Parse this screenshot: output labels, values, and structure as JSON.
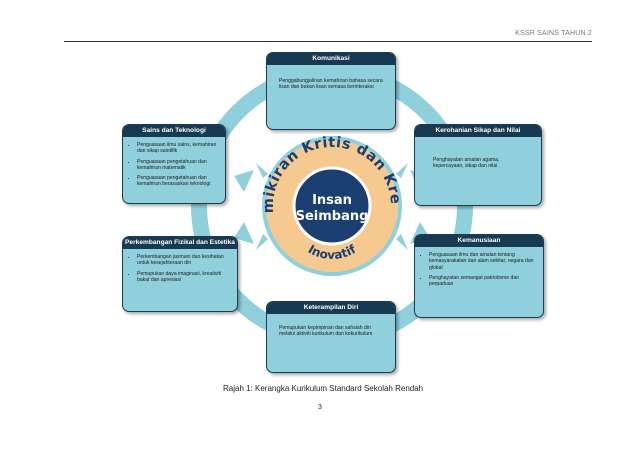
{
  "header": {
    "text": "KSSR SAINS TAHUN 2"
  },
  "diagram": {
    "center": {
      "core_line1": "Insan",
      "core_line2": "Seimbang",
      "ring_top": "Pemikiran Kritis dan Kreatif",
      "ring_bottom": "Inovatif"
    },
    "boxes": {
      "komunikasi": {
        "title": "Komunikasi",
        "text": "Penggabungjalinan kemahiran bahasa secara lisan dan bukan lisan semasa berinteraksi"
      },
      "sains": {
        "title": "Sains dan Teknologi",
        "items": [
          "Penguasaan ilmu sains, kemahiran dan sikap saintifik",
          "Penguasaan pengetahuan dan kemahiran matematik",
          "Penguasaan pengetahuan dan kemahiran berasaskan teknologi"
        ]
      },
      "kerohanian": {
        "title": "Kerohanian Sikap dan Nilai",
        "text": "Penghayatan amalan agama, kepercayaan, sikap dan nilai"
      },
      "fizikal": {
        "title": "Perkembangan Fizikal dan Estetika",
        "items": [
          "Perkembangan jasmani dan kesihatan untuk kesejahteraan diri",
          "Pemupukan daya imaginasi, kreativiti bakat dan apresiasi"
        ]
      },
      "kemanusiaan": {
        "title": "Kemanusiaan",
        "items": [
          "Penguasaan ilmu dan amalan tentang kemasyarakatan dan alam sekitar, negara dan global",
          "Penghayatan semangat patriotisme dan perpaduan"
        ]
      },
      "keterampilan": {
        "title": "Keterampilan Diri",
        "text": "Pemupukan kepimpinan dan sahsiah diri melalui aktiviti kurikulum dan kokurikulum"
      }
    }
  },
  "caption": "Rajah 1: Kerangka Kurikulum Standard Sekolah Rendah",
  "page_number": "3",
  "colors": {
    "ring": "#8fd0dc",
    "box_fill": "#8fd0dc",
    "box_title": "#173a52",
    "center_core": "#1b3f70",
    "center_band": "#f6c990",
    "center_text": "#1b3f70"
  }
}
